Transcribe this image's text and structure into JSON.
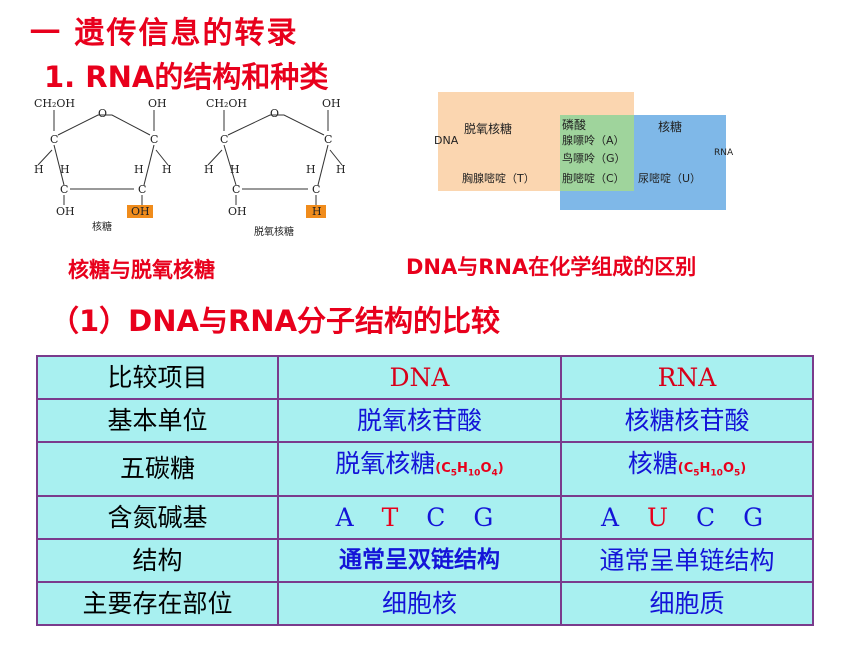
{
  "heading": {
    "section": "一  遗传信息的转录",
    "subsection": "1. RNA的结构和种类"
  },
  "figures": {
    "ribose_label": "核糖",
    "deoxyribose_label": "脱氧核糖",
    "atoms": {
      "ch2oh": "CH₂OH",
      "oh": "OH",
      "o": "O",
      "c": "C",
      "h": "H"
    },
    "left_caption": "核糖与脱氧核糖",
    "right_caption": "DNA与RNA在化学组成的区别"
  },
  "venn": {
    "dna_tag": "DNA",
    "rna_tag": "RNA",
    "dna_only": [
      "脱氧核糖",
      "胸腺嘧啶（T）"
    ],
    "shared": [
      "磷酸",
      "腺嘌呤（A）",
      "鸟嘌呤（G）",
      "胞嘧啶（C）"
    ],
    "rna_only": [
      "核糖",
      "尿嘧啶（U）"
    ]
  },
  "comparison": {
    "title": "（1）DNA与RNA分子结构的比较",
    "columns": [
      "比较项目",
      "DNA",
      "RNA"
    ],
    "rows": [
      {
        "item": "基本单位",
        "dna": "脱氧核苷酸",
        "rna": "核糖核苷酸"
      },
      {
        "item": "五碳糖",
        "dna": "脱氧核糖",
        "dna_formula": [
          "(C",
          "5",
          "H",
          "10",
          "O",
          "4",
          ")"
        ],
        "rna": "核糖",
        "rna_formula": [
          "(C",
          "5",
          "H",
          "10",
          "O",
          "5",
          ")"
        ]
      },
      {
        "item": "含氮碱基",
        "dna_bases": [
          "A",
          "T",
          "C",
          "G"
        ],
        "rna_bases": [
          "A",
          "U",
          "C",
          "G"
        ]
      },
      {
        "item": "结构",
        "dna": "通常呈双链结构",
        "rna": "通常呈单链结构"
      },
      {
        "item": "主要存在部位",
        "dna": "细胞核",
        "rna": "细胞质"
      }
    ]
  },
  "colors": {
    "title_red": "#e8001c",
    "table_bg": "#a8f0f0",
    "table_border": "#7a3b8c",
    "value_blue": "#1414d8"
  }
}
